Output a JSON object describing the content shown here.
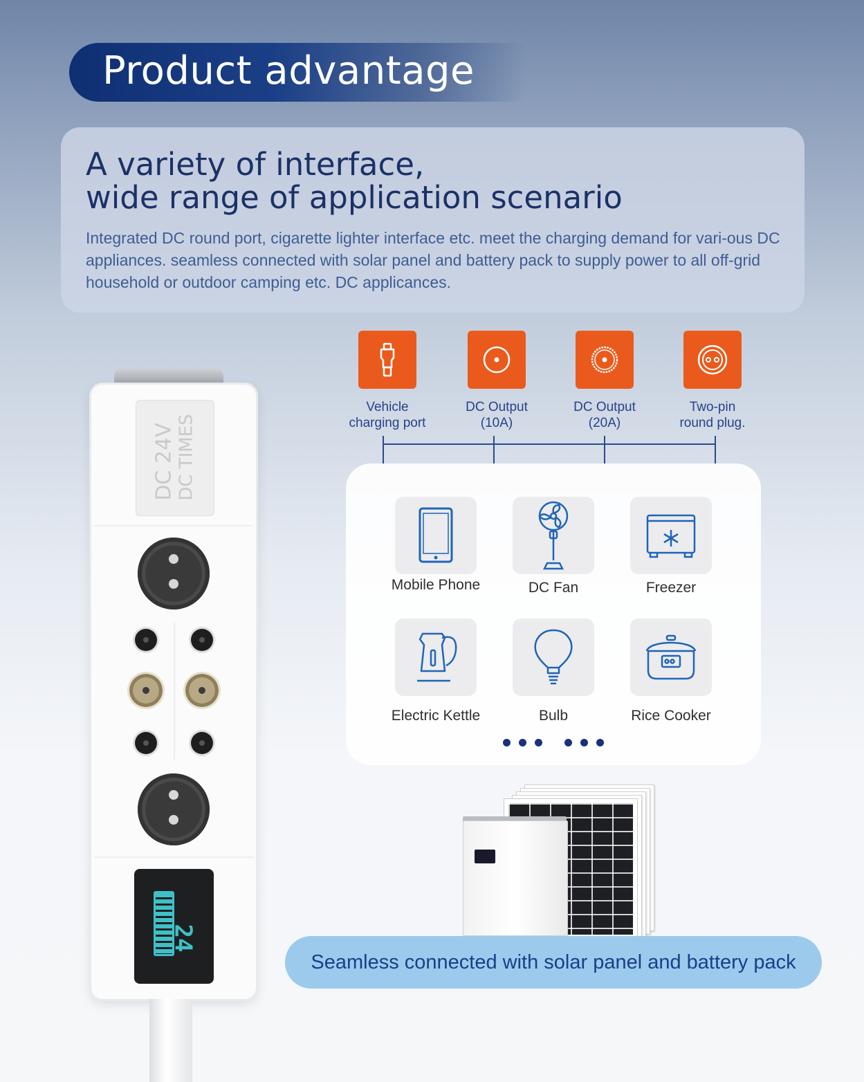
{
  "banner": {
    "title": "Product advantage"
  },
  "intro": {
    "headline_line1": "A variety of interface,",
    "headline_line2": "wide range of application scenario",
    "description": "Integrated DC round port, cigarette lighter interface etc. meet the charging demand for vari-ous DC appliances. seamless connected with solar panel and battery pack to supply power to all off-grid household or outdoor camping etc. DC applicances."
  },
  "device": {
    "label_brand": "DC 24V",
    "label_sub": "DC TIMES",
    "screen_voltage": "24"
  },
  "interfaces": [
    {
      "icon": "car-charger-icon",
      "label": "Vehicle\ncharging port"
    },
    {
      "icon": "dc-output-10a-icon",
      "label": "DC Output\n(10A)"
    },
    {
      "icon": "dc-output-20a-icon",
      "label": "DC Output\n(20A)"
    },
    {
      "icon": "two-pin-plug-icon",
      "label": "Two-pin\nround plug."
    }
  ],
  "appliances": [
    {
      "icon": "mobile-phone-icon",
      "label": "Mobile Phone"
    },
    {
      "icon": "fan-icon",
      "label": "DC Fan"
    },
    {
      "icon": "freezer-icon",
      "label": "Freezer"
    },
    {
      "icon": "kettle-icon",
      "label": "Electric Kettle"
    },
    {
      "icon": "bulb-icon",
      "label": "Bulb"
    },
    {
      "icon": "rice-cooker-icon",
      "label": "Rice Cooker"
    }
  ],
  "solar_caption": "Seamless connected with solar panel and battery pack",
  "colors": {
    "accent_orange": "#ea5a1c",
    "navy": "#1b3166",
    "link_blue": "#28428a",
    "caption_pill": "#9ccaec"
  }
}
